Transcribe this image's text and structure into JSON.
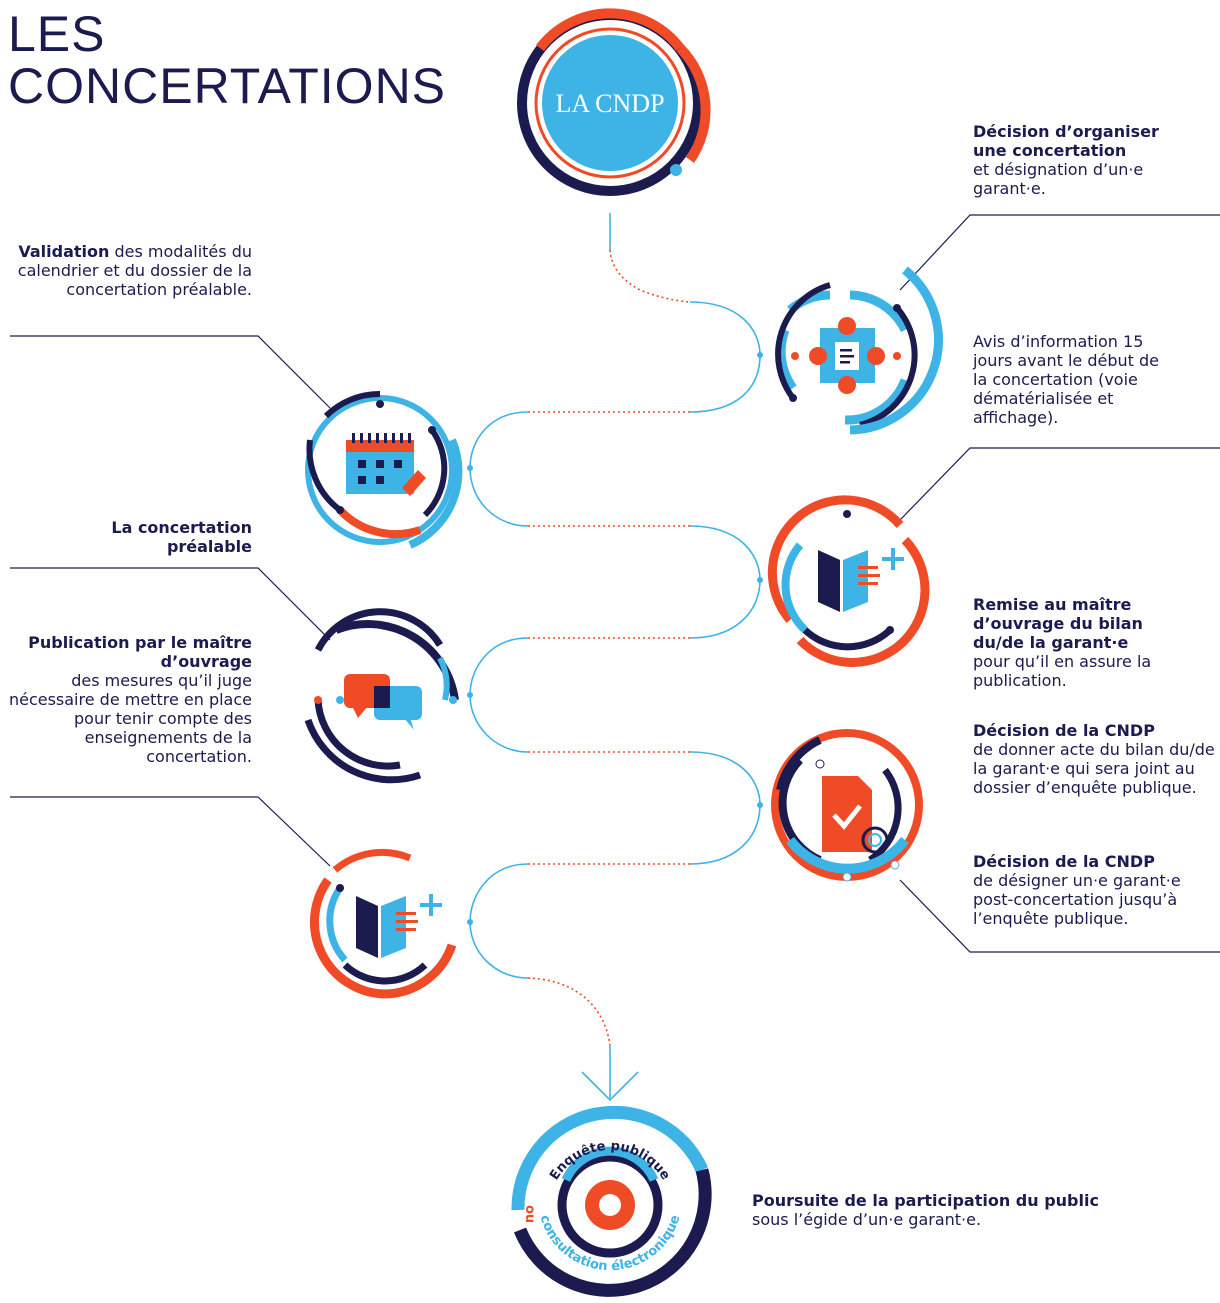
{
  "title": {
    "line1": "LES",
    "line2": "CONCERTATIONS"
  },
  "logo_text": "LA CNDP",
  "colors": {
    "navy": "#1b1b4f",
    "blue": "#3db3e6",
    "orange": "#ef4b26",
    "white": "#ffffff"
  },
  "labels": {
    "decision_organiser": {
      "bold": "Décision d’organiser une concertation",
      "normal": "et désignation d’un·e garant·e."
    },
    "validation": {
      "bold": "Validation",
      "normal": " des modalités du calendrier et du dossier de la concertation préalable."
    },
    "avis": {
      "normal": "Avis d’information 15 jours avant le début de la concertation (voie dématérialisée et affichage)."
    },
    "concertation_prealable": {
      "bold": "La concertation préalable"
    },
    "remise": {
      "bold": "Remise au maître d’ouvrage du bilan du/de la garant·e",
      "normal": "pour qu’il en assure la publication."
    },
    "publication": {
      "bold": "Publication par le maître d’ouvrage",
      "normal": "des mesures qu’il juge nécessaire de mettre en place pour tenir compte des enseignements de la concertation."
    },
    "decision_acte": {
      "bold": "Décision de la CNDP",
      "normal": "de donner acte du bilan du/de la garant·e qui sera joint au dossier d’enquête publique."
    },
    "decision_designer": {
      "bold": "Décision de la CNDP",
      "normal": "de désigner un·e garant·e post-concertation jusqu’à l’enquête publique."
    },
    "poursuite": {
      "bold": "Poursuite de la participation du public",
      "normal": "sous l’égide d’un·e garant·e."
    }
  },
  "final_circle": {
    "top_text": "Enquête publique",
    "ou": "ou",
    "bottom_text": "consultation électronique"
  },
  "icons": [
    "cndp-logo-icon",
    "meeting-table-icon",
    "calendar-icon",
    "open-book-plus-icon",
    "speech-bubbles-icon",
    "document-check-icon",
    "open-book-plus-icon",
    "target-icon"
  ]
}
